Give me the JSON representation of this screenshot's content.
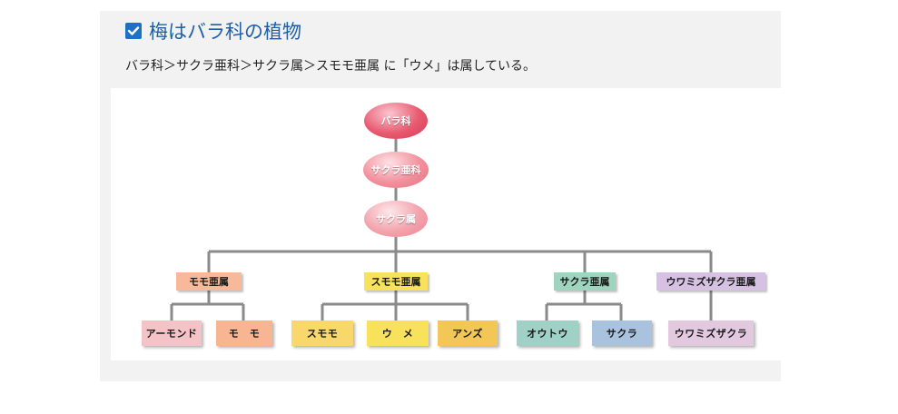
{
  "header": {
    "title": "梅はバラ科の植物",
    "subtitle": "バラ科＞サクラ亜科＞サクラ属＞スモモ亜属 に「ウメ」は属している。"
  },
  "diagram": {
    "family": "バラ科",
    "subfamily": "サクラ亜科",
    "genus": "サクラ属",
    "subgenera": [
      {
        "label": "モモ亜属",
        "color": "#f7b99a",
        "species": [
          {
            "label": "アーモンド",
            "color": "#f4c3c8"
          },
          {
            "label": "モ　モ",
            "color": "#f7b592"
          }
        ]
      },
      {
        "label": "スモモ亜属",
        "color": "#f8e15b",
        "species": [
          {
            "label": "スモモ",
            "color": "#f8d76d"
          },
          {
            "label": "ウ　メ",
            "color": "#f8e15b"
          },
          {
            "label": "アンズ",
            "color": "#f2c757"
          }
        ]
      },
      {
        "label": "サクラ亜属",
        "color": "#9fd4be",
        "species": [
          {
            "label": "オウトウ",
            "color": "#9fd1c6"
          },
          {
            "label": "サクラ",
            "color": "#a9c2de"
          }
        ]
      },
      {
        "label": "ウワミズザクラ亜属",
        "color": "#d7c1e3",
        "species": [
          {
            "label": "ウワミズザクラ",
            "color": "#e3c9e0"
          }
        ]
      }
    ],
    "colors": {
      "oval": "#e0475e",
      "connector": "#8a8a8a",
      "accent": "#1f6fc2"
    }
  }
}
